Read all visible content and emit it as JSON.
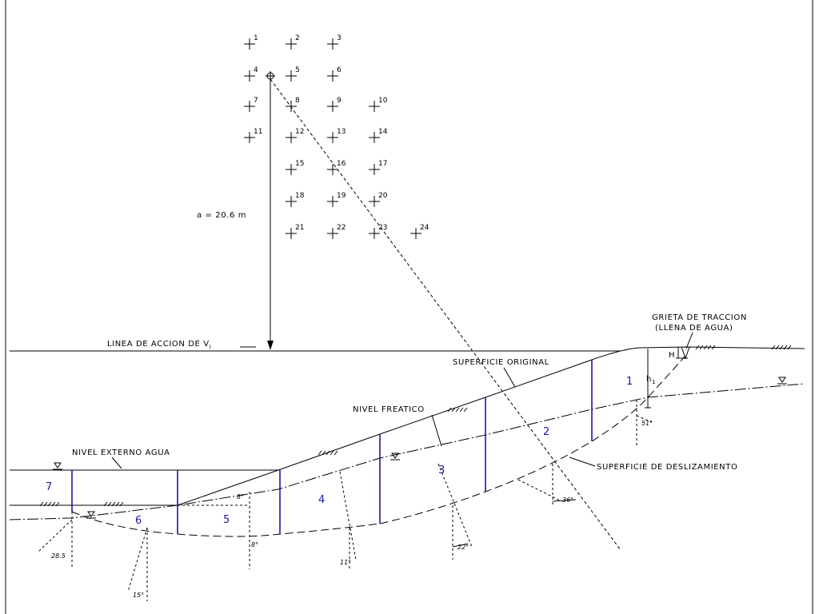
{
  "grid_points": [
    "1",
    "2",
    "3",
    "4",
    "5",
    "6",
    "7",
    "8",
    "9",
    "10",
    "11",
    "12",
    "13",
    "14",
    "15",
    "16",
    "17",
    "18",
    "19",
    "20",
    "21",
    "22",
    "23",
    "24"
  ],
  "labels": {
    "radius": "a = 20.6 m",
    "line_of_action": "LINEA DE ACCION DE V",
    "line_of_action_sub": "i",
    "tension_crack_1": "GRIETA DE TRACCION",
    "tension_crack_2": "(LLENA DE AGUA)",
    "original_surface": "SUPERFICIE ORIGINAL",
    "water_table": "NIVEL FREATICO",
    "external_water": "NIVEL EXTERNO AGUA",
    "slip_surface": "SUPERFICIE DE DESLIZAMIENTO",
    "crack_depth": "H",
    "h1_main": "h",
    "h1_sub": "1"
  },
  "slices": [
    "1",
    "2",
    "3",
    "4",
    "5",
    "6",
    "7"
  ],
  "angles": [
    "51°",
    "36°",
    "22°",
    "11°",
    "8°",
    "8°",
    "15°",
    "28.5"
  ],
  "colors": {
    "line": "#000000",
    "slice": "#1a1aa0",
    "background": "#ffffff"
  }
}
